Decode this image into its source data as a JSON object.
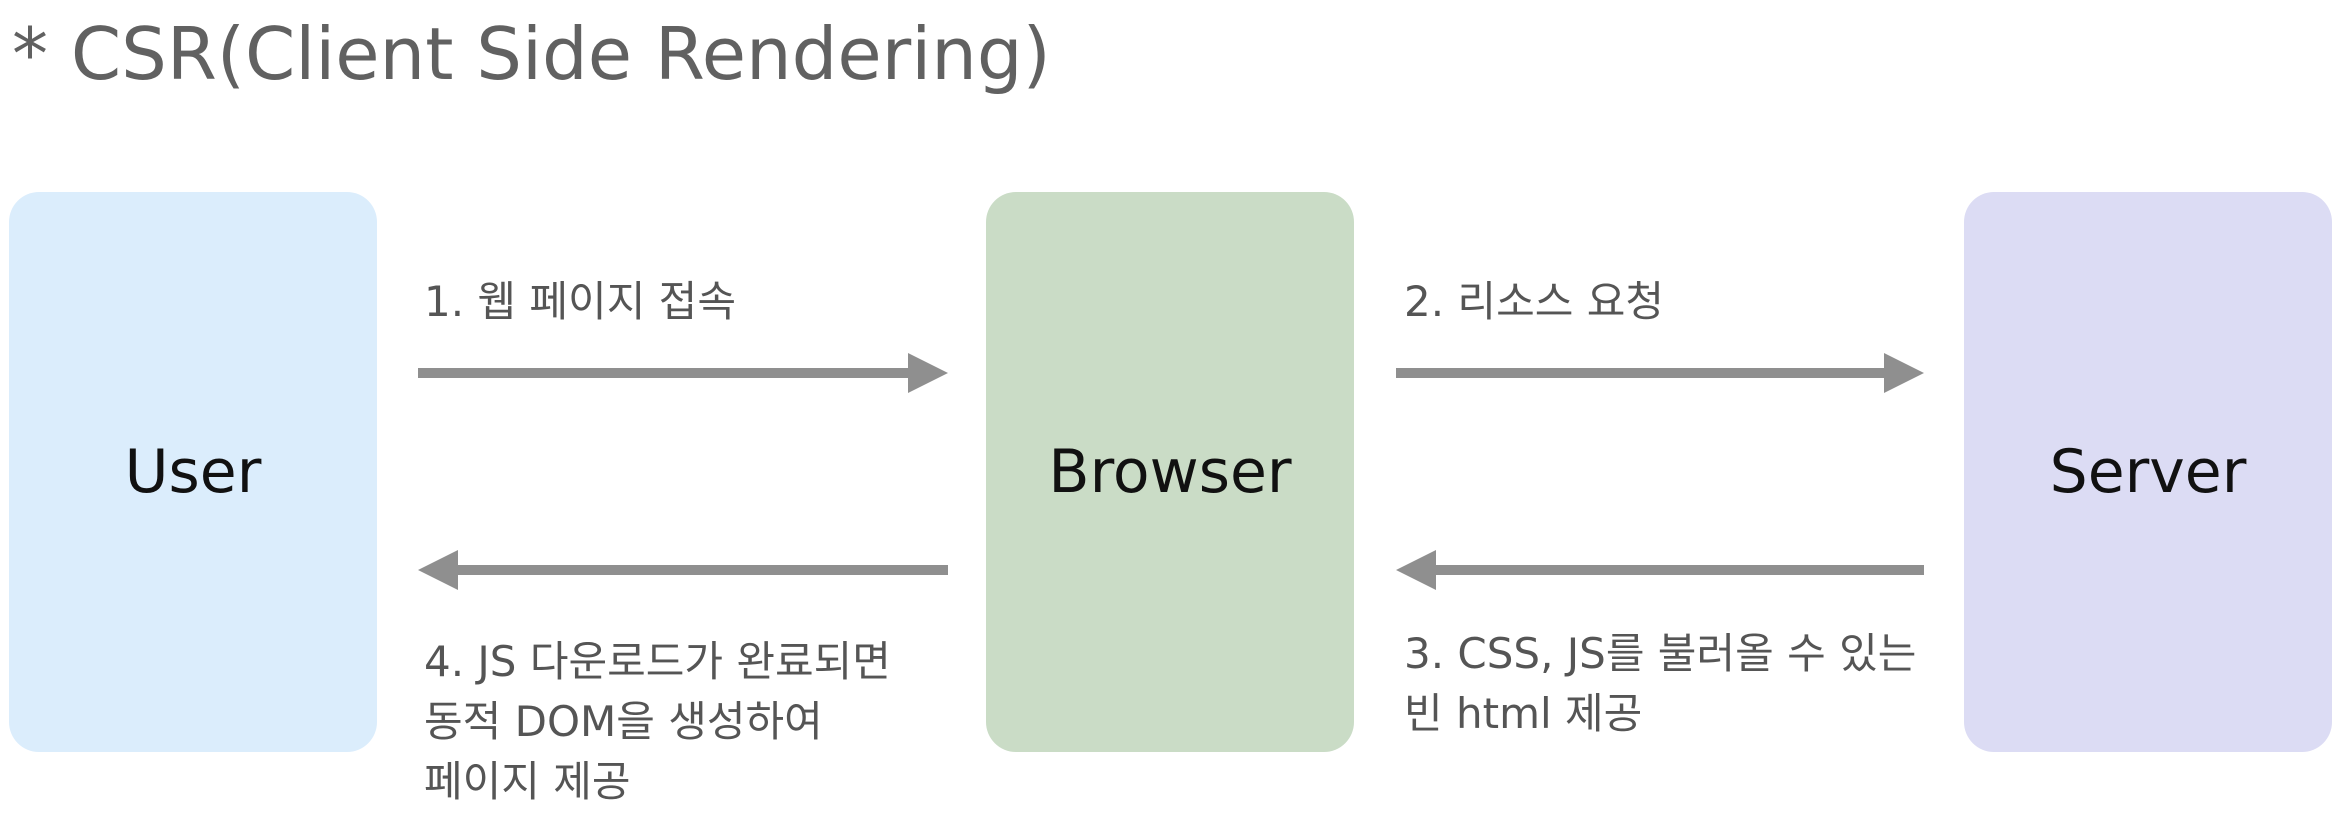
{
  "title": "* CSR(Client Side Rendering)",
  "boxes": [
    {
      "id": "user",
      "label": "User",
      "color": "#dbedfc"
    },
    {
      "id": "browser",
      "label": "Browser",
      "color": "#cadcc6"
    },
    {
      "id": "server",
      "label": "Server",
      "color": "#dcdcf4"
    }
  ],
  "steps": [
    {
      "lines": [
        "1. 웹 페이지 접속"
      ],
      "direction": "right"
    },
    {
      "lines": [
        "2. 리소스 요청"
      ],
      "direction": "right"
    },
    {
      "lines": [
        "3. CSS, JS를 불러올 수 있는",
        "빈 html 제공"
      ],
      "direction": "left"
    },
    {
      "lines": [
        "4. JS 다운로드가 완료되면",
        "동적 DOM을 생성하여",
        "페이지 제공"
      ],
      "direction": "left"
    }
  ],
  "arrow_color": "#8f8f8f"
}
